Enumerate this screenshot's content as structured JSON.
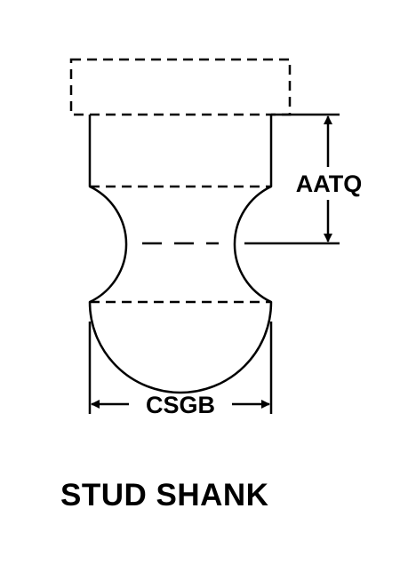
{
  "drawing": {
    "title": "STUD SHANK",
    "dimensions": {
      "height_label": "AATQ",
      "width_label": "CSGB"
    }
  }
}
